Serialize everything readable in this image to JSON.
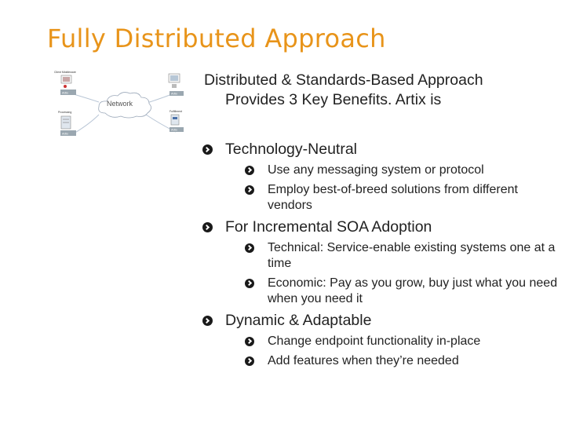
{
  "slide": {
    "title": "Fully Distributed Approach",
    "intro_line1": "Distributed & Standards-Based Approach",
    "intro_line2": "Provides 3 Key Benefits. Artix is"
  },
  "diagram": {
    "cloud_label": "Network",
    "node_labels": [
      "Client Middleware",
      "Processing",
      "Fulfillment"
    ],
    "artix_label": "Artix"
  },
  "bullets": [
    {
      "text": "Technology-Neutral",
      "sub": [
        "Use any messaging system or protocol",
        "Employ best-of-breed solutions from different vendors"
      ]
    },
    {
      "text": "For Incremental SOA Adoption",
      "sub": [
        "Technical: Service-enable existing systems one at a time",
        "Economic: Pay as you grow, buy just what you need when you need it"
      ]
    },
    {
      "text": "Dynamic & Adaptable",
      "sub": [
        "Change endpoint functionality in-place",
        "Add features when they’re needed"
      ]
    }
  ]
}
